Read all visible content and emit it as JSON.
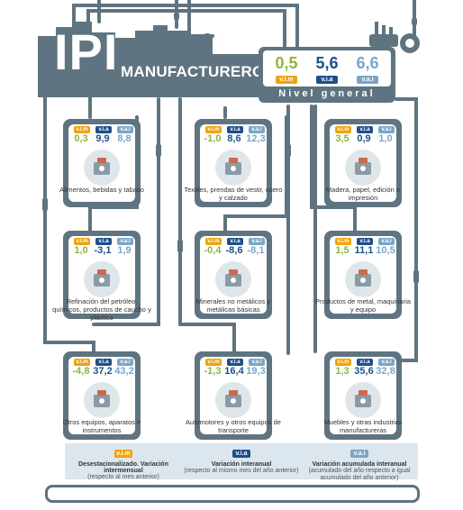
{
  "header": {
    "title": "IPI",
    "subtitle": "MANUFACTURERO",
    "general_label": "Nivel general",
    "general": [
      {
        "value": "0,5",
        "tag": "v.i.m"
      },
      {
        "value": "5,6",
        "tag": "v.i.a"
      },
      {
        "value": "6,6",
        "tag": "v.a.i"
      }
    ]
  },
  "colors": {
    "pipe": "#5f7480",
    "vim": "#8db63c",
    "via": "#1d4f8a",
    "vai": "#7aa6c8",
    "tag_im": "#f0a30a",
    "legend_bg": "#dbe6ee"
  },
  "sectors": [
    {
      "name": "Alimentos, bebidas y tabaco",
      "icon": "food-bottle-icon",
      "vim": "0,3",
      "via": "9,9",
      "vai": "8,8",
      "tags": [
        "v.i.m",
        "v.i.a",
        "v.a.i"
      ]
    },
    {
      "name": "Textiles, prendas de vestir, cuero y calzado",
      "icon": "textile-icon",
      "vim": "-1,0",
      "via": "8,6",
      "vai": "12,3",
      "tags": [
        "v.i.m",
        "v.i.a",
        "v.a.i"
      ]
    },
    {
      "name": "Madera, papel, edición e impresión",
      "icon": "paper-roll-icon",
      "vim": "3,5",
      "via": "0,9",
      "vai": "1,0",
      "tags": [
        "v.i.m",
        "v.i.a",
        "v.a.i"
      ]
    },
    {
      "name": "Refinación del petróleo, químicos, productos de caucho y plástico",
      "icon": "chemicals-icon",
      "vim": "1,0",
      "via": "-3,1",
      "vai": "1,9",
      "tags": [
        "v.i.m",
        "v.i.a",
        "v.a.i"
      ]
    },
    {
      "name": "Minerales no metálicos y metálicas básicas",
      "icon": "minerals-icon",
      "vim": "-0,4",
      "via": "-8,6",
      "vai": "-8,1",
      "tags": [
        "v.i.m",
        "v.i.a",
        "v.a.i"
      ]
    },
    {
      "name": "Productos de metal, maquinaria y equipo",
      "icon": "machinery-icon",
      "vim": "1,5",
      "via": "11,1",
      "vai": "10,5",
      "tags": [
        "v.i.m",
        "v.i.a",
        "v.a.i"
      ]
    },
    {
      "name": "Otros equipos, aparatos e instrumentos",
      "icon": "laptop-icon",
      "vim": "-4,8",
      "via": "37,2",
      "vai": "43,2",
      "tags": [
        "v.i.m",
        "v.i.a",
        "v.a.i"
      ]
    },
    {
      "name": "Automotores y otros equipos de transporte",
      "icon": "car-icon",
      "vim": "-1,3",
      "via": "16,4",
      "vai": "19,3",
      "tags": [
        "v.i.m",
        "v.i.a",
        "v.a.i"
      ]
    },
    {
      "name": "Muebles y otras industrias manufactureras",
      "icon": "furniture-icon",
      "vim": "1,3",
      "via": "35,6",
      "vai": "32,8",
      "tags": [
        "v.i.m",
        "v.i.a",
        "v.a.i"
      ]
    }
  ],
  "legend": [
    {
      "tag": "v.i.m",
      "title": "Desestacionalizado. Variación intermensual",
      "sub": "(respecto al mes anterior)"
    },
    {
      "tag": "v.i.a",
      "title": "Variación interanual",
      "sub": "(respecto al mismo mes del año anterior)"
    },
    {
      "tag": "v.a.i",
      "title": "Variación acumulada interanual",
      "sub": "(acumulado del año respecto a igual acumulado del año anterior)"
    }
  ]
}
